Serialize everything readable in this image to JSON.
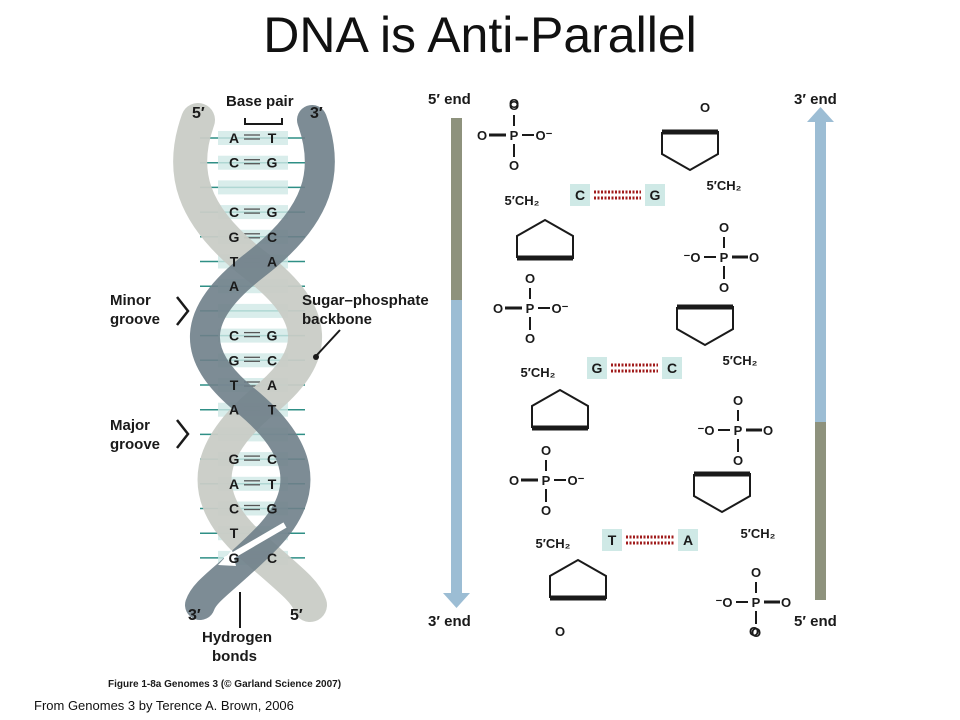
{
  "title": "DNA is Anti-Parallel",
  "helix": {
    "top_left": "5′",
    "top_right": "3′",
    "bottom_left": "3′",
    "bottom_right": "5′",
    "base_pair_label": "Base pair",
    "minor_groove": [
      "Minor",
      "groove"
    ],
    "major_groove": [
      "Major",
      "groove"
    ],
    "backbone": [
      "Sugar–phosphate",
      "backbone"
    ],
    "hydrogen": [
      "Hydrogen",
      "bonds"
    ],
    "pairs": [
      {
        "l": "A",
        "r": "T"
      },
      {
        "l": "C",
        "r": "G"
      },
      {
        "l": "",
        "r": ""
      },
      {
        "l": "C",
        "r": "G"
      },
      {
        "l": "G",
        "r": "C"
      },
      {
        "l": "T",
        "r": "A"
      },
      {
        "l": "A",
        "r": ""
      },
      {
        "l": "",
        "r": ""
      },
      {
        "l": "C",
        "r": "G"
      },
      {
        "l": "G",
        "r": "C"
      },
      {
        "l": "T",
        "r": "A"
      },
      {
        "l": "A",
        "r": "T"
      },
      {
        "l": "",
        "r": ""
      },
      {
        "l": "G",
        "r": "C"
      },
      {
        "l": "A",
        "r": "T"
      },
      {
        "l": "C",
        "r": "G"
      },
      {
        "l": "T",
        "r": ""
      },
      {
        "l": "G",
        "r": "C"
      }
    ],
    "figure_label": "Figure 1-8a Genomes 3 (© Garland Science 2007)"
  },
  "strands": {
    "left_top": "5′ end",
    "left_bottom": "3′ end",
    "right_top": "3′ end",
    "right_bottom": "5′ end",
    "pairs": [
      {
        "left": "C",
        "right": "G"
      },
      {
        "left": "G",
        "right": "C"
      },
      {
        "left": "T",
        "right": "A"
      }
    ]
  },
  "colors": {
    "arrow_blue": "#9cbdd4",
    "arrow_gray": "#8e927d",
    "base_box": "#cfe9e6",
    "hbond": "#a01b1b",
    "helix_dark": "#6f7f8a",
    "helix_light": "#c9ccc6"
  },
  "source": "From Genomes 3 by Terence A. Brown, 2006"
}
